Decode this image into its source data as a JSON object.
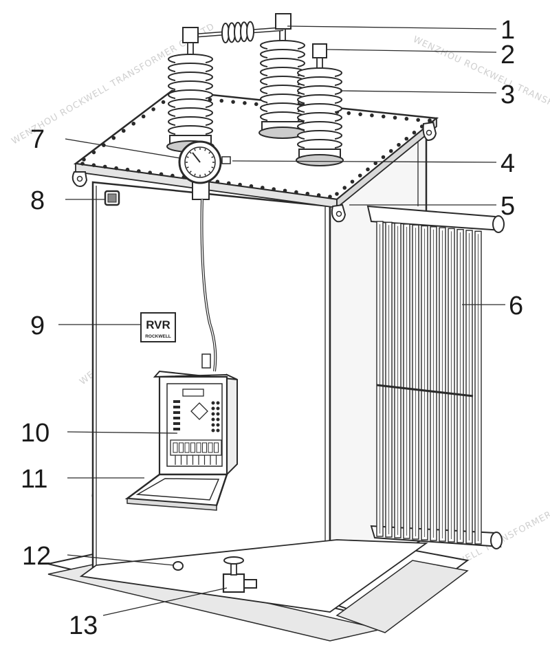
{
  "callouts": [
    {
      "id": "1",
      "label": "1"
    },
    {
      "id": "2",
      "label": "2"
    },
    {
      "id": "3",
      "label": "3"
    },
    {
      "id": "4",
      "label": "4"
    },
    {
      "id": "5",
      "label": "5"
    },
    {
      "id": "6",
      "label": "6"
    },
    {
      "id": "7",
      "label": "7"
    },
    {
      "id": "8",
      "label": "8"
    },
    {
      "id": "9",
      "label": "9"
    },
    {
      "id": "10",
      "label": "10"
    },
    {
      "id": "11",
      "label": "11"
    },
    {
      "id": "12",
      "label": "12"
    },
    {
      "id": "13",
      "label": "13"
    }
  ],
  "nameplate": {
    "logo": "RVR",
    "brand": "ROCKWELL"
  },
  "watermark": "WENZHOU ROCKWELL TRANSFORMER CO.,LTD",
  "colors": {
    "line": "#2a2a2a",
    "fill": "#ffffff",
    "shade": "#9a9a9a",
    "watermark": "#cfcfcf"
  }
}
